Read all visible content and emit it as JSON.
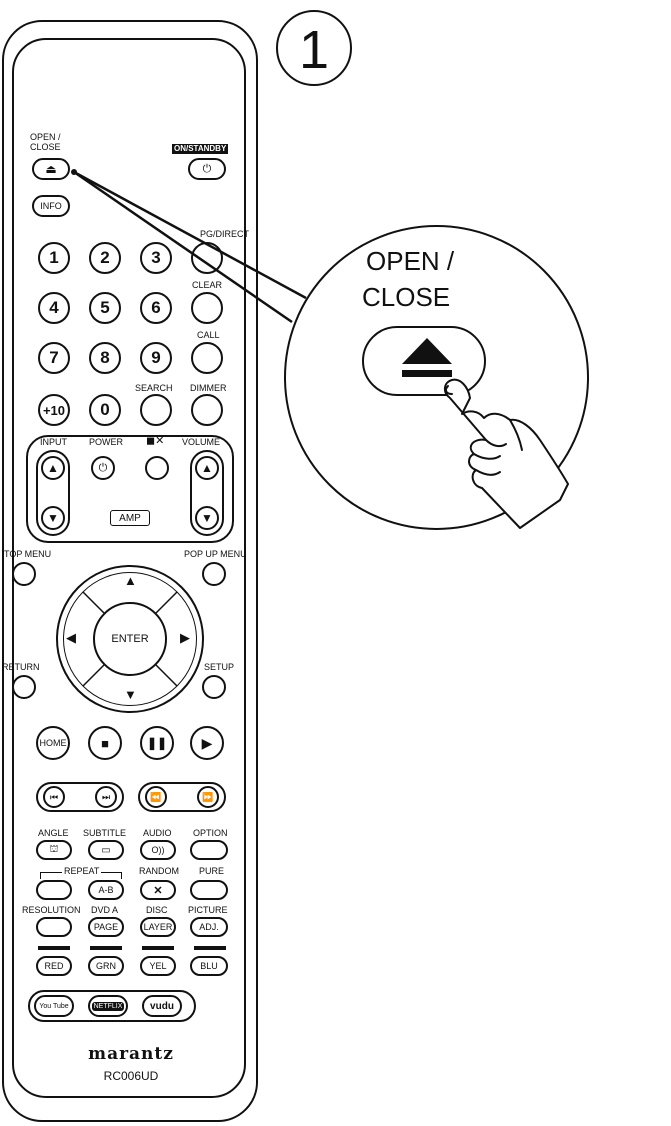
{
  "step_number": "1",
  "remote": {
    "open_close_label": "OPEN /\nCLOSE",
    "on_standby_label": "ON/STANDBY",
    "info_label": "INFO",
    "pg_direct_label": "PG/DIRECT",
    "clear_label": "CLEAR",
    "call_label": "CALL",
    "search_label": "SEARCH",
    "dimmer_label": "DIMMER",
    "digits": [
      "1",
      "2",
      "3",
      "4",
      "5",
      "6",
      "7",
      "8",
      "9",
      "+10",
      "0"
    ],
    "input_label": "INPUT",
    "power_label": "POWER",
    "mute_label": "◼︎✕",
    "volume_label": "VOLUME",
    "amp_label": "AMP",
    "top_menu_label": "TOP MENU",
    "pop_up_menu_label": "POP UP MENU",
    "enter_label": "ENTER",
    "return_label": "RETURN",
    "setup_label": "SETUP",
    "home_label": "HOME",
    "angle_label": "ANGLE",
    "subtitle_label": "SUBTITLE",
    "audio_label": "AUDIO",
    "option_label": "OPTION",
    "repeat_label": "REPEAT",
    "random_label": "RANDOM",
    "pure_label": "PURE",
    "ab_label": "A-B",
    "resolution_label": "RESOLUTION",
    "dvd_a_label": "DVD A",
    "disc_label": "DISC",
    "picture_label": "PICTURE",
    "page_label": "PAGE",
    "layer_label": "LAYER",
    "adj_label": "ADJ.",
    "red_label": "RED",
    "grn_label": "GRN",
    "yel_label": "YEL",
    "blu_label": "BLU",
    "youtube_label": "You Tube",
    "netflix_label": "NETFLIX",
    "vudu_label": "vudu",
    "brand": "marantz",
    "model": "RC006UD"
  },
  "callout": {
    "open_close_line1": "OPEN /",
    "open_close_line2": "CLOSE"
  }
}
